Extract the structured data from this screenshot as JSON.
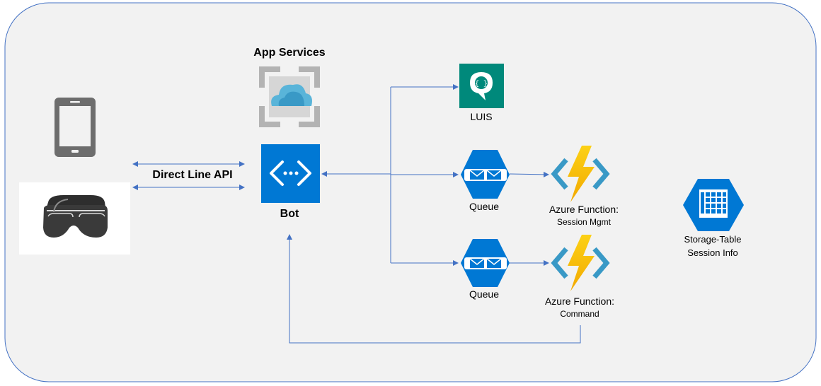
{
  "labels": {
    "app_services": "App Services",
    "direct_line": "Direct Line API",
    "bot": "Bot",
    "luis": "LUIS",
    "queue1": "Queue",
    "queue2": "Queue",
    "func1_title": "Azure Function:",
    "func1_sub": "Session Mgmt",
    "func2_title": "Azure Function:",
    "func2_sub": "Command",
    "storage_line1": "Storage-Table",
    "storage_line2": "Session Info"
  },
  "icons": {
    "phone": "mobile-phone-icon",
    "vr": "vr-headset-icon",
    "app_services": "app-services-icon",
    "bot": "bot-service-icon",
    "luis": "luis-icon",
    "queue": "storage-queue-icon",
    "function": "azure-function-icon",
    "storage_table": "storage-table-icon"
  },
  "colors": {
    "background_panel": "#f2f2f2",
    "panel_border": "#4472c4",
    "connector": "#4472c4",
    "azure_blue": "#0078d4",
    "luis_teal": "#00897b",
    "function_yellow": "#f5c518",
    "device_gray": "#6d6d6d"
  }
}
